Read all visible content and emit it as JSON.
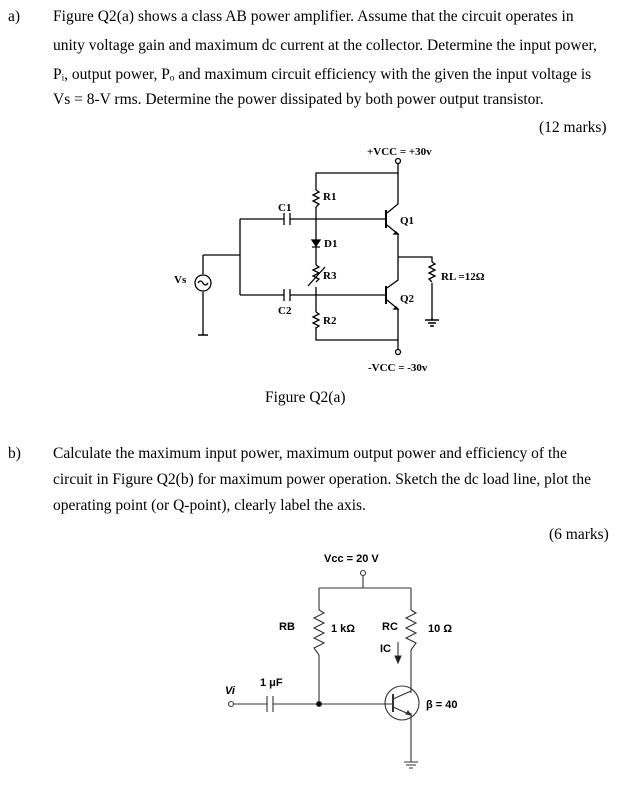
{
  "question_a": {
    "label": "a)",
    "lines": [
      "Figure Q2(a) shows a class AB power amplifier. Assume that the circuit operates in",
      "unity voltage gain and maximum dc current at the collector. Determine the input power,",
      "Pᵢ, output power, Pₒ and maximum circuit efficiency with the given the input voltage is",
      "Vs = 8-V rms.  Determine the power dissipated by both power output transistor."
    ],
    "marks": "(12 marks)",
    "figure_caption": "Figure Q2(a)",
    "circuit": {
      "vcc_pos": "+VCC = +30v",
      "vcc_neg": "-VCC = -30v",
      "r1": "R1",
      "r2": "R2",
      "r3": "R3",
      "c1": "C1",
      "c2": "C2",
      "d1": "D1",
      "q1": "Q1",
      "q2": "Q2",
      "rl": "RL =12Ω",
      "vs": "Vs"
    }
  },
  "question_b": {
    "label": "b)",
    "lines": [
      "Calculate the maximum input power, maximum output power and efficiency of the",
      "circuit in Figure Q2(b) for maximum power operation. Sketch the dc load line, plot the",
      "operating point (or Q-point), clearly label the axis."
    ],
    "marks": "(6 marks)",
    "circuit": {
      "vcc": "Vcc = 20 V",
      "rb": "RB",
      "rb_value": "1 kΩ",
      "rc": "RC",
      "rc_value": "10 Ω",
      "ic": "IC",
      "cap": "1 μF",
      "vi": "Vi",
      "beta": "β = 40"
    }
  }
}
